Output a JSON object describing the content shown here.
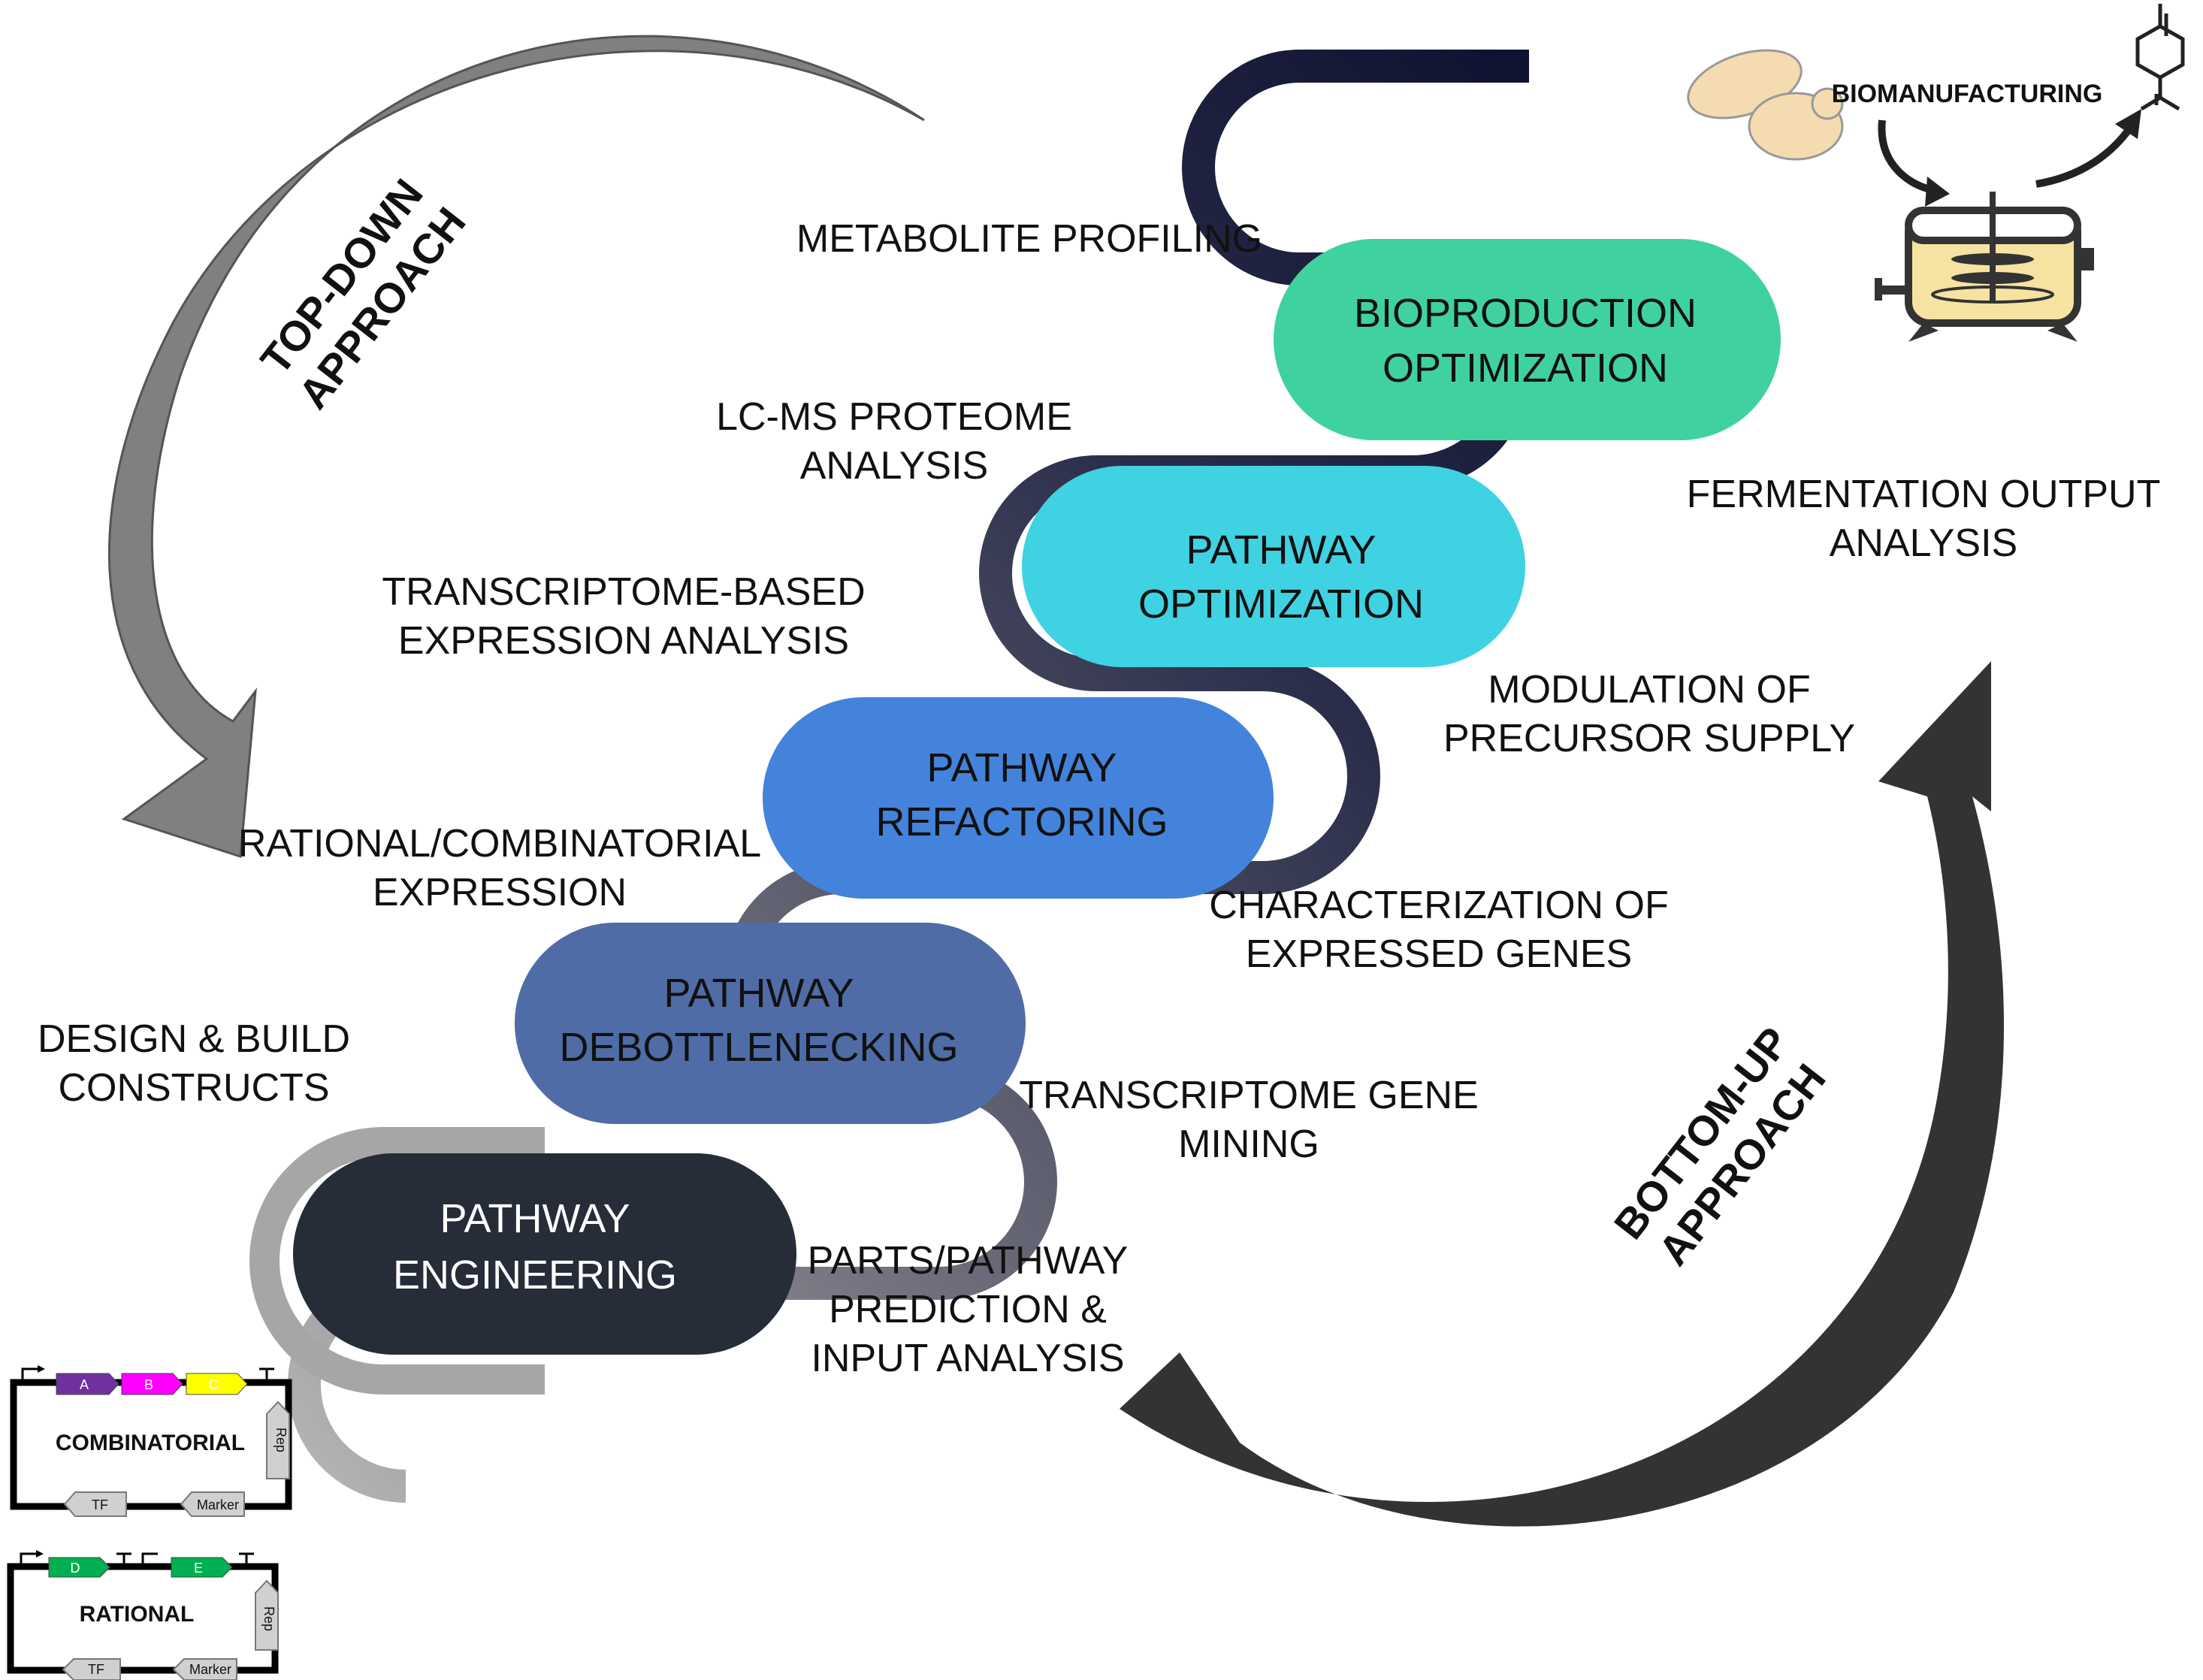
{
  "approaches": {
    "top_down": [
      "TOP-DOWN",
      "APPROACH"
    ],
    "bottom_up": [
      "BOTTOM-UP",
      "APPROACH"
    ]
  },
  "stages": [
    {
      "lines": [
        "PATHWAY",
        "ENGINEERING"
      ],
      "fill": "#262c38",
      "text_color": "#ffffff"
    },
    {
      "lines": [
        "PATHWAY",
        "DEBOTTLENECKING"
      ],
      "fill": "#4f6ca6",
      "text_color": "#111111"
    },
    {
      "lines": [
        "PATHWAY",
        "REFACTORING"
      ],
      "fill": "#4383dc",
      "text_color": "#111111"
    },
    {
      "lines": [
        "PATHWAY",
        "OPTIMIZATION"
      ],
      "fill": "#3fd2e2",
      "text_color": "#111111"
    },
    {
      "lines": [
        "BIOPRODUCTION",
        "OPTIMIZATION"
      ],
      "fill": "#40d29e",
      "text_color": "#111111"
    }
  ],
  "left_labels": [
    [
      "METABOLITE PROFILING"
    ],
    [
      "LC-MS PROTEOME",
      "ANALYSIS"
    ],
    [
      "TRANSCRIPTOME-BASED",
      "EXPRESSION ANALYSIS"
    ],
    [
      "RATIONAL/COMBINATORIAL",
      "EXPRESSION"
    ],
    [
      "DESIGN & BUILD",
      "CONSTRUCTS"
    ]
  ],
  "right_labels": [
    [
      "FERMENTATION OUTPUT",
      "ANALYSIS"
    ],
    [
      "MODULATION OF",
      "PRECURSOR SUPPLY"
    ],
    [
      "CHARACTERIZATION OF",
      "EXPRESSED GENES"
    ],
    [
      "TRANSCRIPTOME GENE",
      "MINING"
    ],
    [
      "PARTS/PATHWAY",
      "PREDICTION &",
      "INPUT ANALYSIS"
    ]
  ],
  "biomanufacturing": {
    "label": "BIOMANUFACTURING"
  },
  "constructs": {
    "combinatorial": {
      "title": "COMBINATORIAL",
      "genes": [
        {
          "label": "A",
          "color": "#7030a0"
        },
        {
          "label": "B",
          "color": "#ff00ff"
        },
        {
          "label": "C",
          "color": "#ffff00"
        }
      ],
      "rep": "Rep",
      "tf": "TF",
      "marker": "Marker"
    },
    "rational": {
      "title": "RATIONAL",
      "genes": [
        {
          "label": "D",
          "color": "#00b050"
        },
        {
          "label": "E",
          "color": "#00b050"
        }
      ],
      "rep": "Rep",
      "tf": "TF",
      "marker": "Marker"
    }
  },
  "colors": {
    "top_down_arrow": "#808080",
    "bottom_up_arrow": "#333333",
    "track_dark": "#0f1230",
    "track_light": "#a6a6a6",
    "tank_fill": "#f6e3a2",
    "cell_fill": "#f5dbb0"
  }
}
